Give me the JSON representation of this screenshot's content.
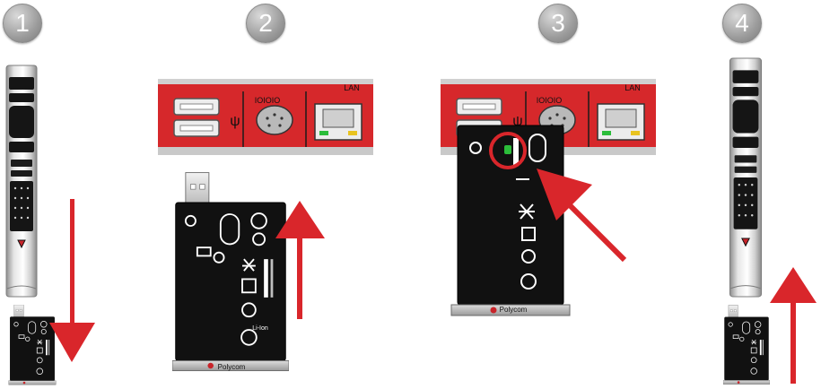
{
  "steps": [
    {
      "number": "1"
    },
    {
      "number": "2"
    },
    {
      "number": "3"
    },
    {
      "number": "4"
    }
  ],
  "port_panel": {
    "mouse_label": "IOIOIO",
    "lan_label": "LAN",
    "usb_symbol": "ψ"
  },
  "battery": {
    "brand": "Polycom",
    "chem_label": "Li-Ion"
  },
  "colors": {
    "panel_red": "#d6282b",
    "arrow_red": "#d9262b",
    "battery_black": "#111111",
    "badge_gray": "#9c9c9c",
    "led_green": "#2bbd3a",
    "led_yellow": "#e8c31f"
  }
}
